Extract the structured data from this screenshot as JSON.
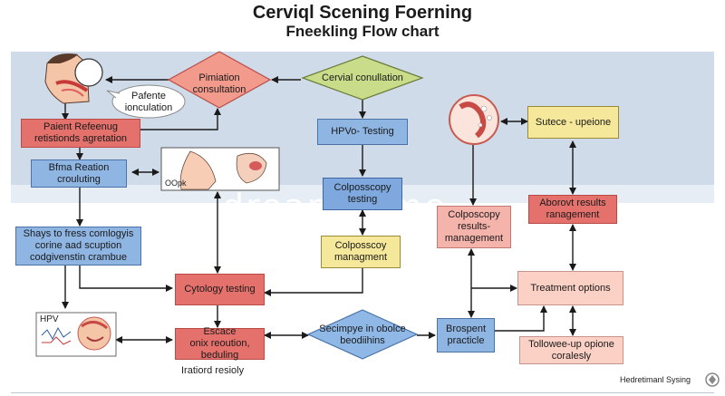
{
  "title_line1": "Cerviql Scening Foerning",
  "title_line2": "Fneekling Flow chart",
  "nodes": {
    "pimiation": [
      "Pimiation",
      "consultation"
    ],
    "cervial": [
      "Cervial conullation"
    ],
    "patente": [
      "Pafente",
      "ionculation"
    ],
    "patient_ref": [
      "Paient Refeenug",
      "retistionds agretation"
    ],
    "hpv_testing": [
      "HPVo- Testing"
    ],
    "bfma": [
      "Bfma Reation",
      "crouluting"
    ],
    "colposcopy_testing": [
      "Colposscopy",
      "testing"
    ],
    "colposcopy_results": [
      "Colposcopy",
      "results-",
      "management"
    ],
    "sutece": [
      "Sutece - upeione"
    ],
    "aborovt": [
      "Aborovt results",
      "ranagement"
    ],
    "shays": [
      "Shays to fress comlogyis",
      "corine aad scuption",
      "codgivenstin crambue"
    ],
    "colposcoy_mgmt": [
      "Colposscoy",
      "managment"
    ],
    "cytology": [
      "Cytology testing"
    ],
    "treatment": [
      "Treatment options"
    ],
    "escace": [
      "Escace",
      "onix reoution, beduling"
    ],
    "scimpye": [
      "Secimpye in obolce",
      "beodiihins"
    ],
    "brospent": [
      "Brospent",
      "practicle"
    ],
    "followup": [
      "Tollowee-up opione",
      "coralesly"
    ]
  },
  "labels": {
    "oopk": "OOpk",
    "hpv": "HPV",
    "iratiord": "Iratiord resioly",
    "corner": "Hedretimanl Sysing"
  },
  "watermark": "dreamstime",
  "colors": {
    "band": "#cfdbe8",
    "red": "#e4716c",
    "blue": "#8fb5e3",
    "yellow": "#f5e89a",
    "pink": "#f4b3ab",
    "peach": "#fbd0c5",
    "diamond_red": "#f29a8c",
    "diamond_green": "#c8dc8a",
    "diamond_blue": "#8fb8e6"
  }
}
